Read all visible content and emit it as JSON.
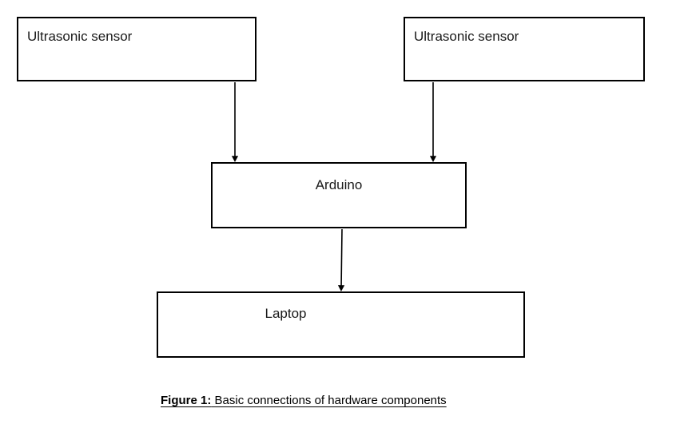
{
  "figure": {
    "caption_label": "Figure 1:",
    "caption_text": " Basic connections of hardware components"
  },
  "colors": {
    "stroke": "#000000",
    "fill": "#ffffff",
    "text": "#1a1a1a"
  },
  "nodes": [
    {
      "id": "sensor-left",
      "label": "Ultrasonic sensor"
    },
    {
      "id": "sensor-right",
      "label": "Ultrasonic sensor"
    },
    {
      "id": "arduino",
      "label": "Arduino"
    },
    {
      "id": "laptop",
      "label": "Laptop"
    }
  ],
  "edges": [
    {
      "id": "edge-sensor-left-to-arduino",
      "from": "sensor-left",
      "to": "arduino",
      "arrowhead": "filled-triangle"
    },
    {
      "id": "edge-sensor-right-to-arduino",
      "from": "sensor-right",
      "to": "arduino",
      "arrowhead": "filled-triangle"
    },
    {
      "id": "edge-arduino-to-laptop",
      "from": "arduino",
      "to": "laptop",
      "arrowhead": "filled-triangle"
    }
  ]
}
